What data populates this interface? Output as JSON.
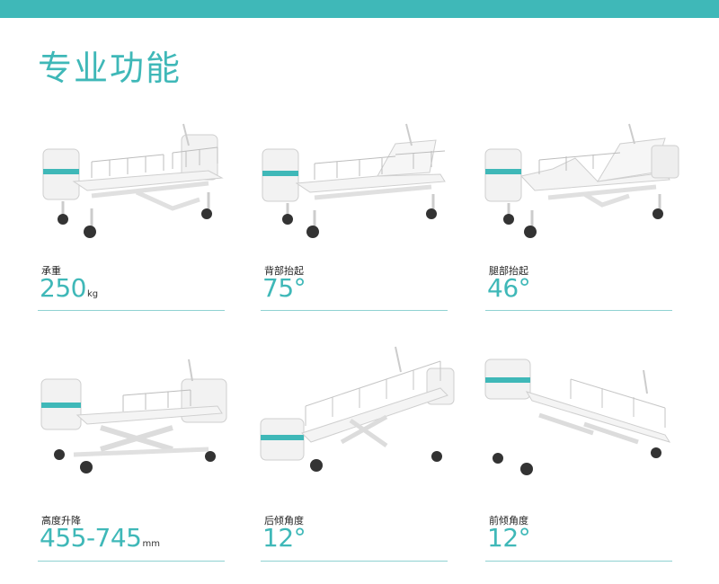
{
  "header": {
    "title": "专业功能",
    "band_color": "#3fb8b8"
  },
  "features": [
    {
      "label": "承重",
      "value": "250",
      "unit": "kg",
      "bed_icon": "bed-flat-icon"
    },
    {
      "label": "背部抬起",
      "value": "75°",
      "unit": "",
      "bed_icon": "bed-back-raised-icon"
    },
    {
      "label": "腿部抬起",
      "value": "46°",
      "unit": "",
      "bed_icon": "bed-legs-raised-icon"
    },
    {
      "label": "高度升降",
      "value": "455-745",
      "unit": "mm",
      "bed_icon": "bed-height-lift-icon"
    },
    {
      "label": "后倾角度",
      "value": "12°",
      "unit": "",
      "bed_icon": "bed-reverse-tilt-icon"
    },
    {
      "label": "前倾角度",
      "value": "12°",
      "unit": "",
      "bed_icon": "bed-forward-tilt-icon"
    }
  ],
  "colors": {
    "accent": "#3fb8b8",
    "rule": "#8fd2d2",
    "frame": "#e8e8e8",
    "rail": "#c9c9c9"
  }
}
